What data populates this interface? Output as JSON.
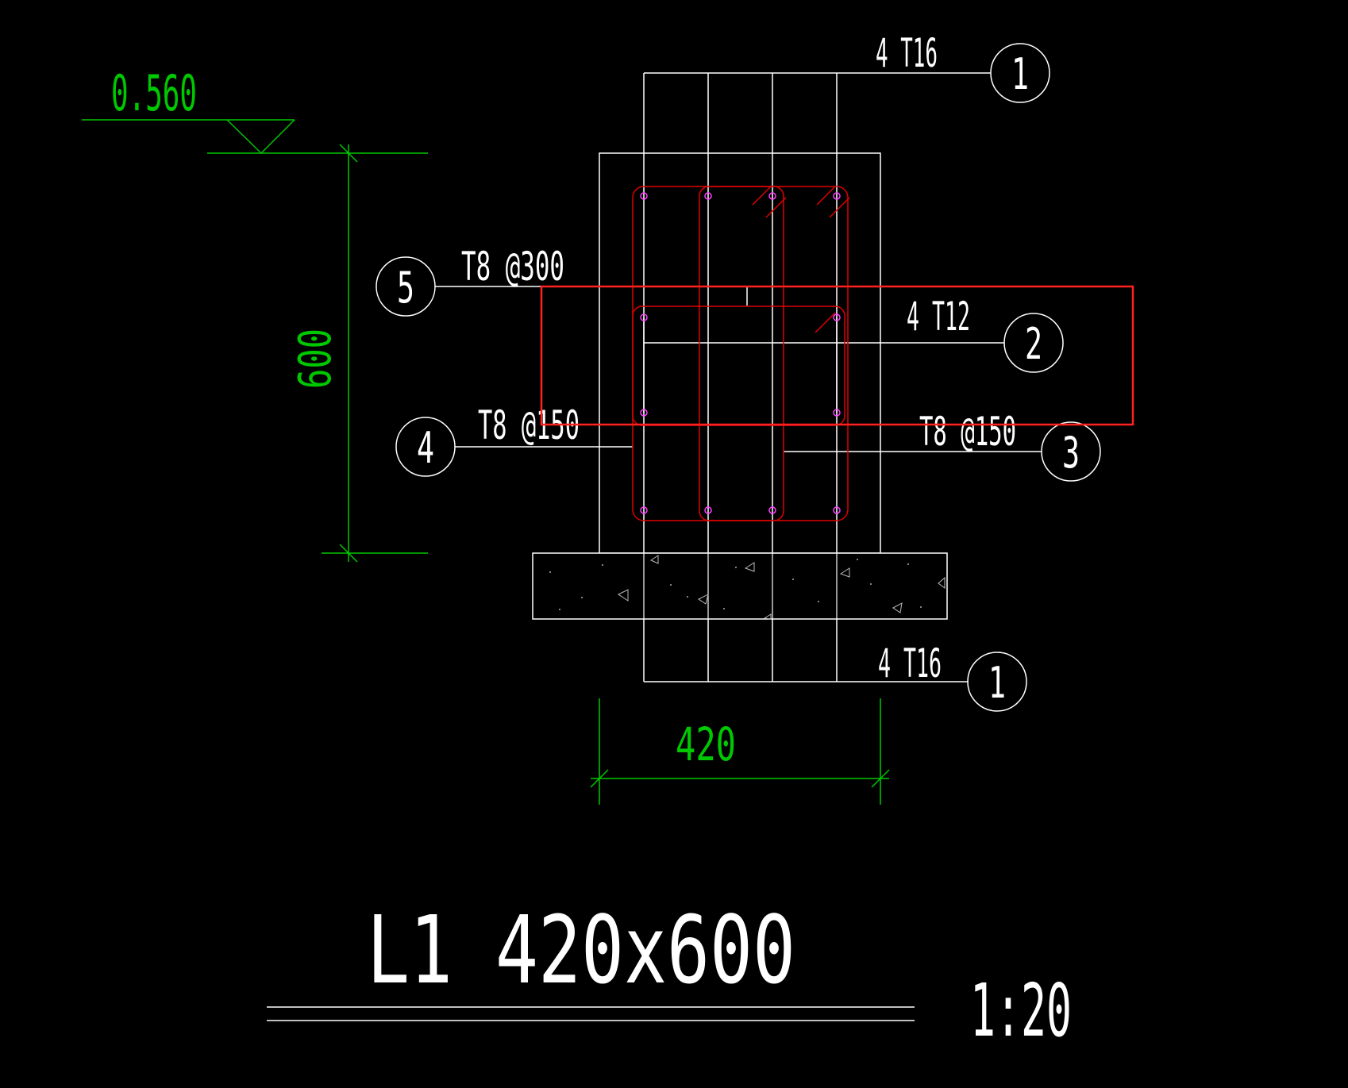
{
  "level": {
    "value": "0.560"
  },
  "dims": {
    "height": "600",
    "width": "420"
  },
  "callouts": {
    "top_bars": {
      "text": "4 T16",
      "mark": "1"
    },
    "bottom_bars": {
      "text": "4 T16",
      "mark": "1"
    },
    "middle_bars": {
      "text": "4 T12",
      "mark": "2"
    },
    "link_5": {
      "text": "T8 @300",
      "mark": "5"
    },
    "link_4": {
      "text": "T8 @150",
      "mark": "4"
    },
    "link_3": {
      "text": "T8 @150",
      "mark": "3"
    }
  },
  "title": {
    "text": "L1 420x600",
    "scale": "1:20"
  },
  "colors": {
    "background": "#000000",
    "lines": "#ffffff",
    "dimension": "#00c800",
    "rebar_links": "#e00000",
    "bar_points": "#ff40ff",
    "selection": "#ff2020"
  }
}
